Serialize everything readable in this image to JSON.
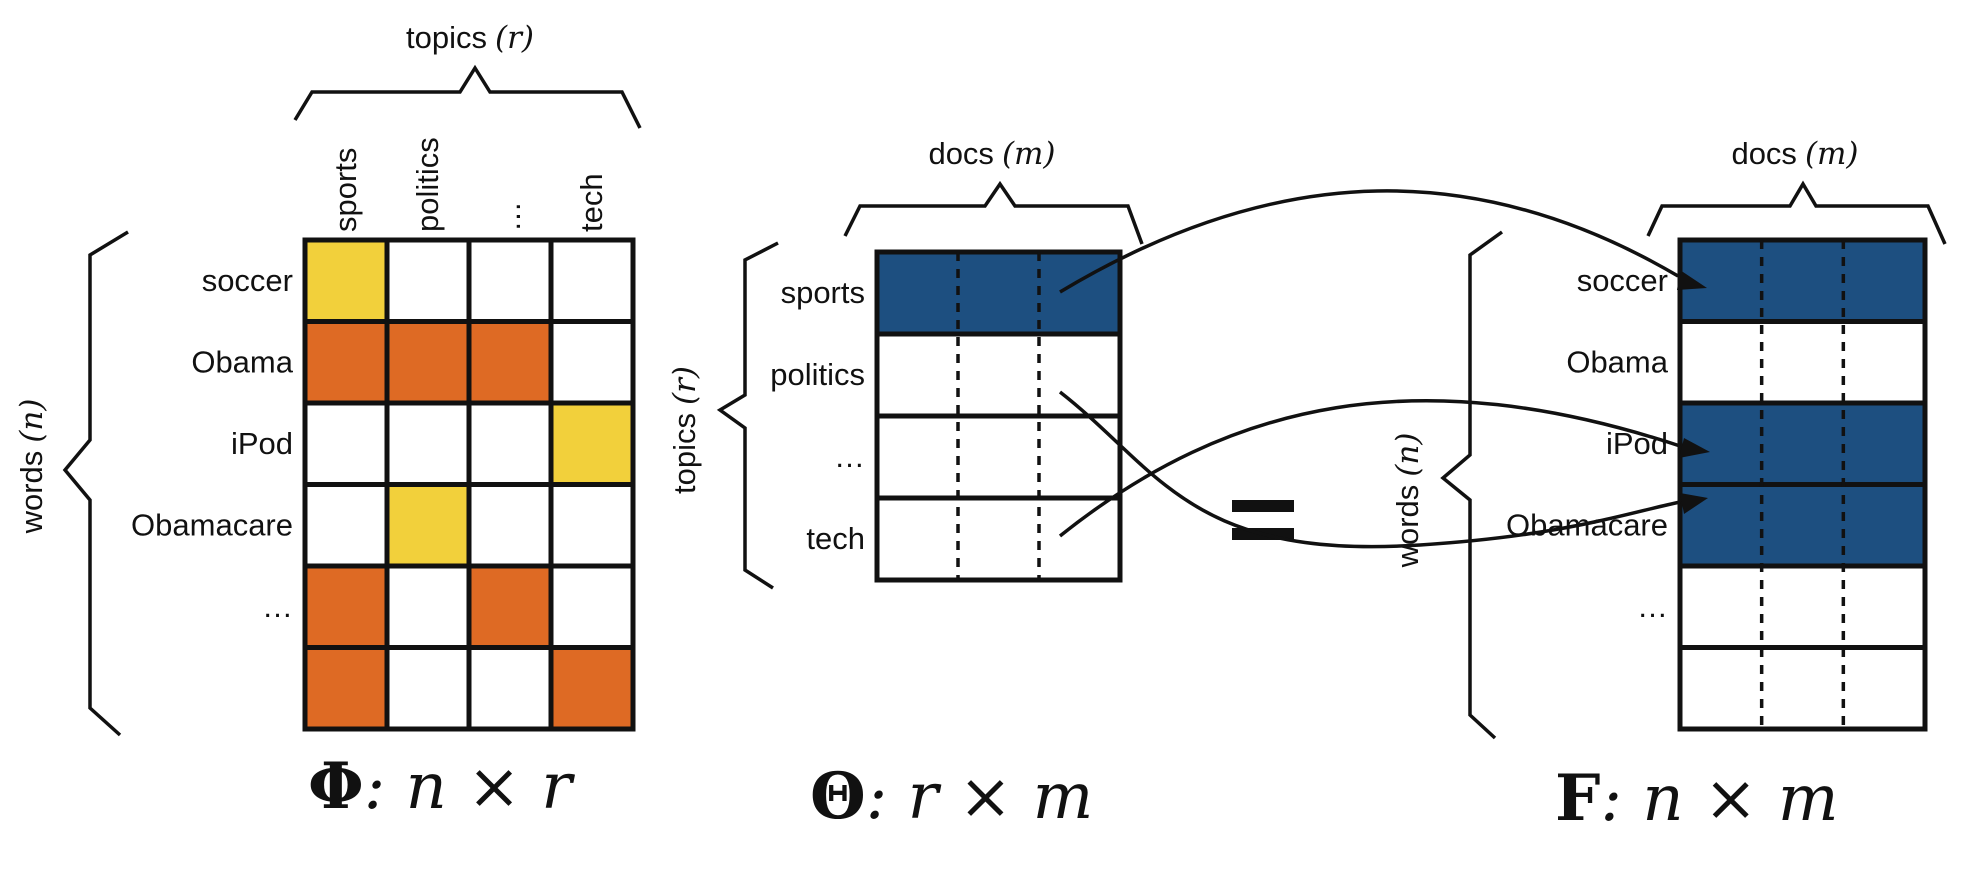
{
  "colors": {
    "yellow": "#f2d03b",
    "orange": "#de6a24",
    "blue": "#1d4f80",
    "white": "#ffffff",
    "line": "#111111"
  },
  "phi": {
    "topics_label": "topics",
    "topics_var": "(r)",
    "words_label": "words",
    "words_var": "(n)",
    "columns": [
      "sports",
      "politics",
      "…",
      "tech"
    ],
    "rows": [
      "soccer",
      "Obama",
      "iPod",
      "Obamacare",
      "…",
      ""
    ],
    "grid": [
      [
        "yellow",
        "white",
        "white",
        "white"
      ],
      [
        "orange",
        "orange",
        "orange",
        "white"
      ],
      [
        "white",
        "white",
        "white",
        "yellow"
      ],
      [
        "white",
        "yellow",
        "white",
        "white"
      ],
      [
        "orange",
        "white",
        "orange",
        "white"
      ],
      [
        "orange",
        "white",
        "white",
        "orange"
      ]
    ],
    "caption_symbol": "Φ",
    "caption_rest": ": n × r"
  },
  "theta": {
    "docs_label": "docs",
    "docs_var": "(m)",
    "topics_label": "topics",
    "topics_var": "(r)",
    "rows": [
      "sports",
      "politics",
      "…",
      "tech"
    ],
    "row_fill": [
      "blue",
      "white",
      "white",
      "white"
    ],
    "caption_symbol": "Θ",
    "caption_rest": ": r × m"
  },
  "equals": "=",
  "f": {
    "docs_label": "docs",
    "docs_var": "(m)",
    "words_label": "words",
    "words_var": "(n)",
    "rows": [
      "soccer",
      "Obama",
      "iPod",
      "Obamacare",
      "…",
      ""
    ],
    "row_fill": [
      "blue",
      "white",
      "blue",
      "blue",
      "white",
      "white"
    ],
    "caption_symbol": "F",
    "caption_rest": ": n × m"
  }
}
